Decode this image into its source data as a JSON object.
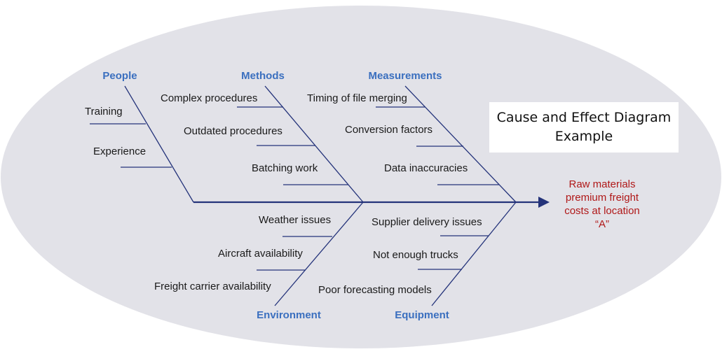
{
  "diagram": {
    "title_lines": [
      "Cause and Effect Diagram",
      "Example"
    ],
    "effect_lines": [
      "Raw materials",
      "premium freight",
      "costs at location",
      "“A”"
    ],
    "categories": {
      "people": {
        "label": "People",
        "causes": [
          "Training",
          "Experience"
        ]
      },
      "methods": {
        "label": "Methods",
        "causes": [
          "Complex procedures",
          "Outdated procedures",
          "Batching work"
        ]
      },
      "measurements": {
        "label": "Measurements",
        "causes": [
          "Timing of file merging",
          "Conversion factors",
          "Data inaccuracies"
        ]
      },
      "environment": {
        "label": "Environment",
        "causes": [
          "Weather issues",
          "Aircraft availability",
          "Freight carrier availability"
        ]
      },
      "equipment": {
        "label": "Equipment",
        "causes": [
          "Supplier delivery issues",
          "Not enough trucks",
          "Poor forecasting models"
        ]
      }
    },
    "colors": {
      "background_ellipse": "#e2e2e8",
      "lines": "#24337a",
      "category_text": "#3a6fbf",
      "effect_text": "#b01818"
    }
  }
}
